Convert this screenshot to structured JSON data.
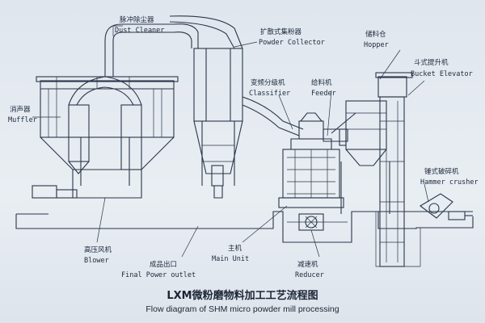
{
  "diagram": {
    "labels": [
      {
        "id": "dust-cleaner",
        "cn": "脉冲除尘器",
        "en": "Dust Cleaner"
      },
      {
        "id": "powder-collector",
        "cn": "扩散式集粉器",
        "en": "Powder Collector"
      },
      {
        "id": "hopper",
        "cn": "储料仓",
        "en": "Hopper"
      },
      {
        "id": "bucket-elevator",
        "cn": "斗式提升机",
        "en": "Bucket Elevator"
      },
      {
        "id": "muffler",
        "cn": "消声器",
        "en": "Muffler"
      },
      {
        "id": "classifier",
        "cn": "变频分级机",
        "en": "Classifier"
      },
      {
        "id": "feeder",
        "cn": "给料机",
        "en": "Feeder"
      },
      {
        "id": "hammer-crusher",
        "cn": "锤式破碎机",
        "en": "Hammer crusher"
      },
      {
        "id": "blower",
        "cn": "高压风机",
        "en": "Blower"
      },
      {
        "id": "final-powder-outlet",
        "cn": "成品出口",
        "en": "Final Power outlet"
      },
      {
        "id": "main-unit",
        "cn": "主机",
        "en": "Main Unit"
      },
      {
        "id": "reducer",
        "cn": "减速机",
        "en": "Reducer"
      }
    ],
    "title_cn": "LXM微粉磨物料加工工艺流程图",
    "title_en": "Flow diagram of SHM micro powder mill processing"
  }
}
